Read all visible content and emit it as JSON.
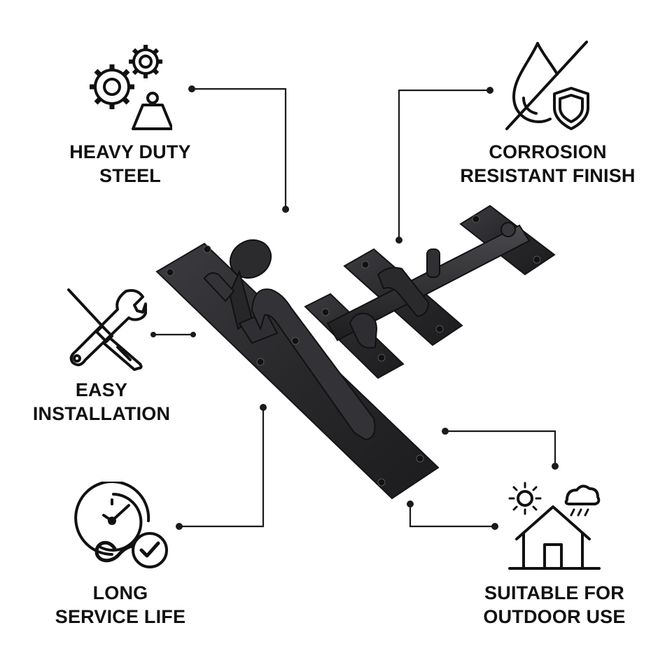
{
  "features": {
    "heavy_duty": {
      "line1": "HEAVY DUTY",
      "line2": "STEEL",
      "icon": "gears-weight-icon"
    },
    "corrosion": {
      "line1": "CORROSION",
      "line2": "RESISTANT FINISH",
      "icon": "drop-shield-icon"
    },
    "installation": {
      "line1": "EASY",
      "line2": "INSTALLATION",
      "icon": "screwdriver-wrench-icon"
    },
    "service_life": {
      "line1": "LONG",
      "line2": "SERVICE LIFE",
      "icon": "clock-infinity-check-icon"
    },
    "outdoor": {
      "line1": "SUITABLE FOR",
      "line2": "OUTDOOR USE",
      "icon": "house-weather-icon"
    }
  },
  "colors": {
    "text": "#111111",
    "line": "#1a1a1a",
    "metal": "#2b2b2d",
    "metal_highlight": "#4a4a4e",
    "background": "#ffffff"
  }
}
